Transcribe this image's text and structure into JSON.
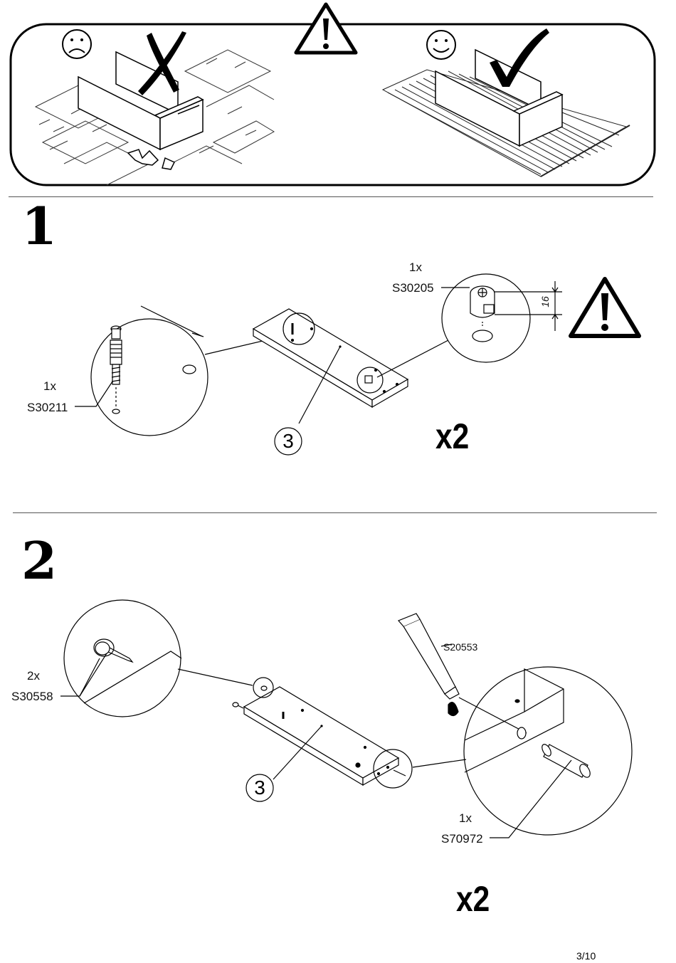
{
  "page_number": "3/10",
  "warning_panel": {
    "bad_icon": "sad-face-icon",
    "good_icon": "smiley-face-icon",
    "warning_icon": "warning-triangle-icon"
  },
  "step1": {
    "number": "1",
    "multiplier": "x2",
    "part_number": "3",
    "callouts": {
      "cam_bolt": {
        "qty": "1x",
        "code": "S30211"
      },
      "cam_lock": {
        "qty": "1x",
        "code": "S30205"
      },
      "dimension": "16"
    }
  },
  "step2": {
    "number": "2",
    "multiplier": "x2",
    "part_number": "3",
    "callouts": {
      "nail": {
        "qty": "2x",
        "code": "S30558"
      },
      "glue": {
        "code": "S20553"
      },
      "dowel": {
        "qty": "1x",
        "code": "S70972"
      }
    }
  }
}
